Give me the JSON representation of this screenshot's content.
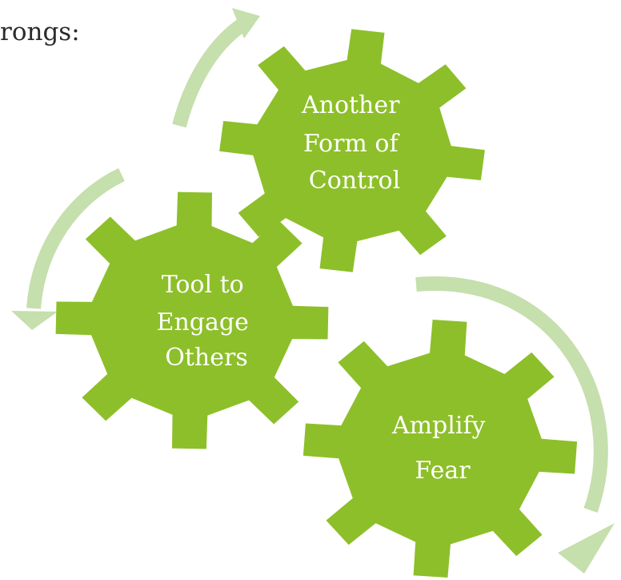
{
  "header": {
    "text": "rongs:"
  },
  "gears": [
    {
      "lines": [
        "Another",
        "Form of",
        "Control"
      ]
    },
    {
      "lines": [
        "Tool to",
        "Engage",
        "Others"
      ]
    },
    {
      "lines": [
        "Amplify",
        "Fear"
      ]
    }
  ],
  "colors": {
    "gear": "#8dbf2a",
    "arrow": "#c5dfad",
    "text": "#ffffff",
    "header": "#2b2b2b"
  }
}
